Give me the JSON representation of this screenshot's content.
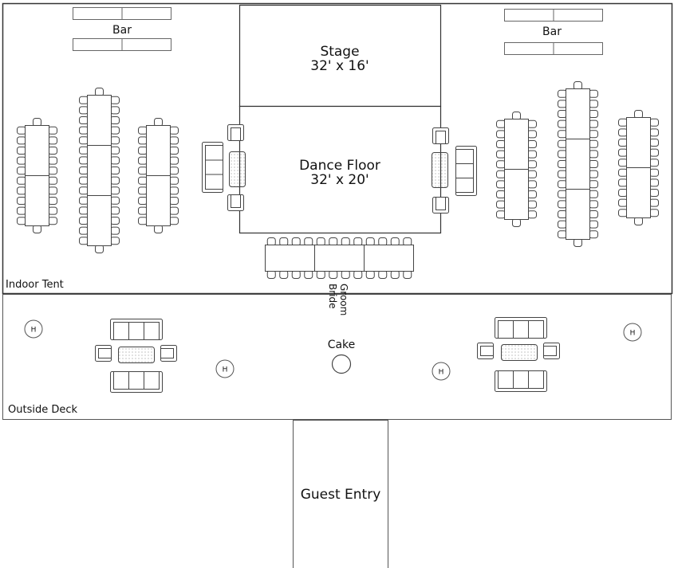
{
  "areas": {
    "indoor_tent": "Indoor Tent",
    "outside_deck": "Outside Deck",
    "guest_entry": "Guest Entry"
  },
  "bars": {
    "left_label": "Bar",
    "right_label": "Bar"
  },
  "stage": {
    "label": "Stage",
    "dimensions": "32' x 16'"
  },
  "dance_floor": {
    "label": "Dance Floor",
    "dimensions": "32' x 20'"
  },
  "head_table": {
    "bride_label": "Bride",
    "groom_label": "Groom"
  },
  "cake": {
    "label": "Cake"
  },
  "heater": {
    "label": "H"
  }
}
